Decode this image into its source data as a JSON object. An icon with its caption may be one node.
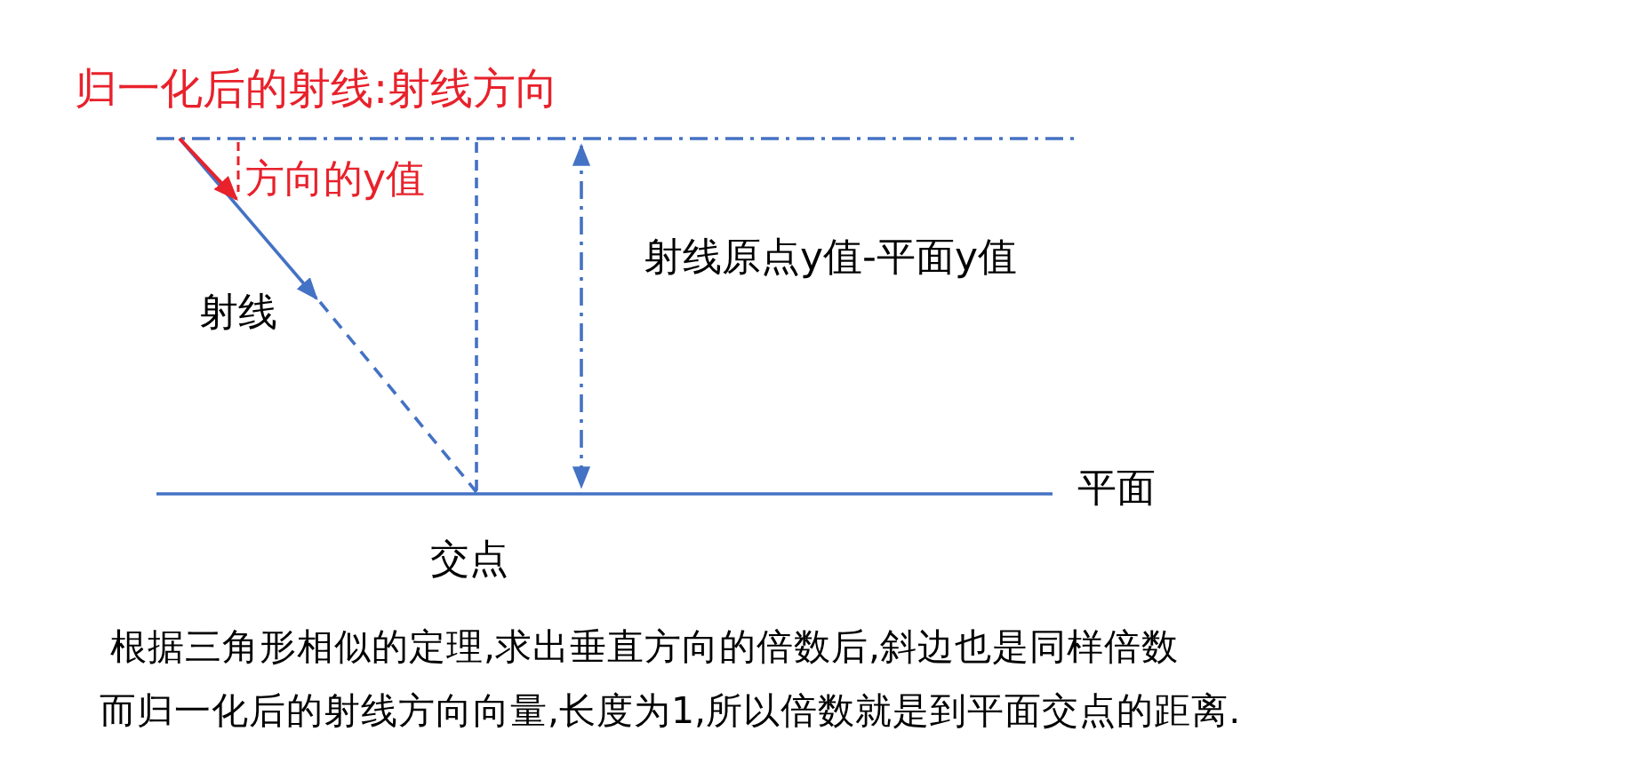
{
  "diagram": {
    "labels": [
      "归一化后的射线:射线方向",
      "方向的y值",
      "射线原点y值-平面y值",
      "射线",
      "平面",
      "交点",
      "根据三角形相似的定理,求出垂直方向的倍数后,斜边也是同样倍数",
      "而归一化后的射线方向向量,长度为1,所以倍数就是到平面交点的距离."
    ]
  }
}
